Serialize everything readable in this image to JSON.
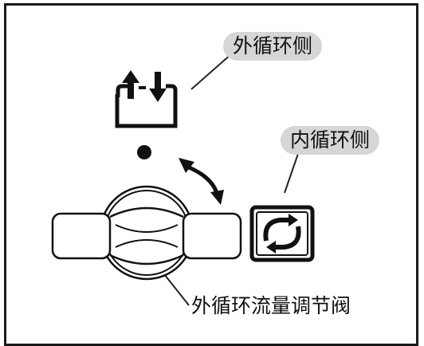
{
  "labels": {
    "outer_circulation": "外循环侧",
    "inner_circulation": "内循环侧",
    "valve": "外循环流量调节阀"
  },
  "icons": {
    "outer": "fresh-air-exchange-icon",
    "inner": "recirculation-icon",
    "dot": "indicator-dot",
    "arrow": "double-curved-arrow"
  }
}
